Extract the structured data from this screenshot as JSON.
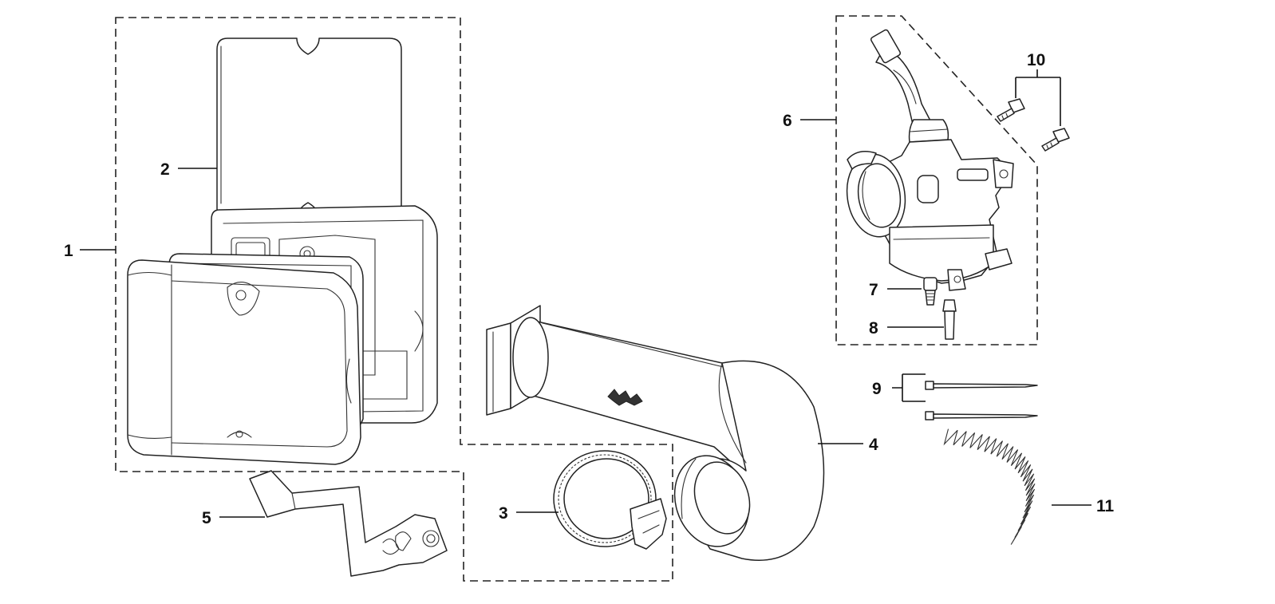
{
  "diagram": {
    "callouts": {
      "c1": "1",
      "c2": "2",
      "c3": "3",
      "c4": "4",
      "c5": "5",
      "c6": "6",
      "c7": "7",
      "c8": "8",
      "c9": "9",
      "c10": "10",
      "c11": "11"
    },
    "colors": {
      "line": "#222222",
      "background": "#ffffff"
    }
  }
}
